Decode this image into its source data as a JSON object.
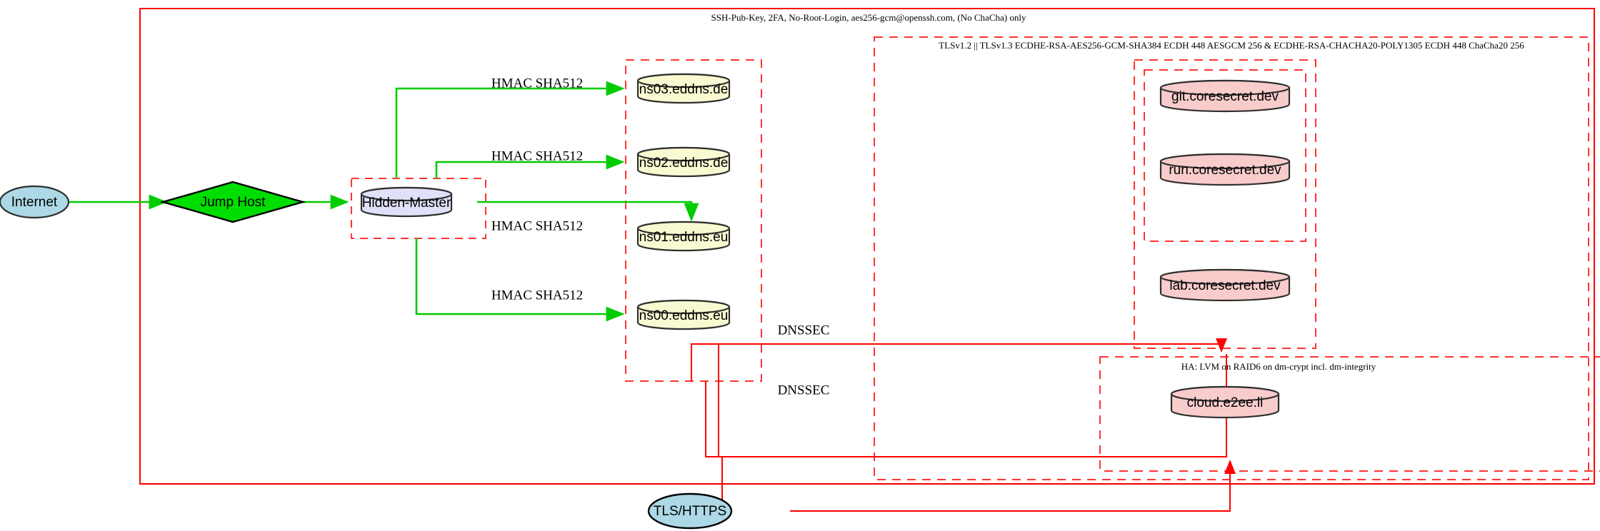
{
  "diagram": {
    "title_label": "SSH-Pub-Key, 2FA, No-Root-Login, aes256-gcm@openssh.com, (No ChaCha) only",
    "tls_cluster_label": "TLSv1.2 || TLSv1.3 ECDHE-RSA-AES256-GCM-SHA384 ECDH 448 AESGCM 256 & ECDHE-RSA-CHACHA20-POLY1305 ECDH 448 ChaCha20 256",
    "ha_cluster_label": "HA: LVM on RAID6 on dm-crypt incl. dm-integrity",
    "colors": {
      "boundary_red": "#ff0000",
      "dashed_red": "#ff3333",
      "edge_green": "#00cc00",
      "internet_fill": "#add8e6",
      "jumphost_fill": "#00dd00",
      "master_fill": "#e0e0f8",
      "dns_fill": "#fafad2",
      "service_fill": "#f9cccc",
      "tls_fill": "#add8e6",
      "stroke_dark": "#2f2f2f"
    },
    "nodes": {
      "internet": "Internet",
      "jump_host": "Jump Host",
      "hidden_master": "Hidden-Master",
      "ns03": "ns03.eddns.de",
      "ns02": "ns02.eddns.de",
      "ns01": "ns01.eddns.eu",
      "ns00": "ns00.eddns.eu",
      "git": "git.coresecret.dev",
      "run": "run.coresecret.dev",
      "lab": "lab.coresecret.dev",
      "cloud": "cloud.e2ee.li",
      "tls_https": "TLS/HTTPS"
    },
    "edge_labels": {
      "hmac_ns03": "HMAC SHA512",
      "hmac_ns02": "HMAC SHA512",
      "hmac_ns01": "HMAC SHA512",
      "hmac_ns00": "HMAC SHA512",
      "dnssec_upper": "DNSSEC",
      "dnssec_lower": "DNSSEC"
    }
  }
}
